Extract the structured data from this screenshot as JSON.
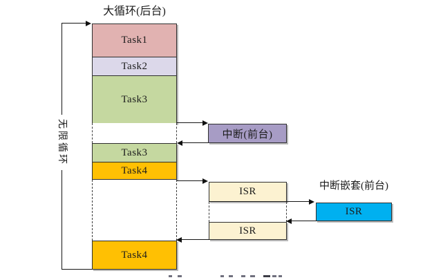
{
  "diagram": {
    "title": "大循环(后台)",
    "loop_label": "无限循环",
    "stack": {
      "group1": [
        {
          "label": "Task1",
          "color": "#e1b2b1"
        },
        {
          "label": "Task2",
          "color": "#dcd8ea"
        },
        {
          "label": "Task3",
          "color": "#c5d8a0"
        }
      ],
      "group2": [
        {
          "label": "Task3",
          "color": "#c5d8a0"
        },
        {
          "label": "Task4",
          "color": "#ffc003"
        }
      ],
      "group3": [
        {
          "label": "Task4",
          "color": "#ffc003"
        }
      ]
    },
    "interrupt": {
      "label": "中断(前台)",
      "color": "#a79cc5"
    },
    "isr_top": {
      "label": "ISR",
      "color": "#fcf2d1"
    },
    "isr_bottom": {
      "label": "ISR",
      "color": "#fcf2d1"
    },
    "nested": {
      "title": "中断嵌套(前台)",
      "isr_label": "ISR",
      "color": "#00b0f0"
    },
    "line_color": "#141414"
  }
}
